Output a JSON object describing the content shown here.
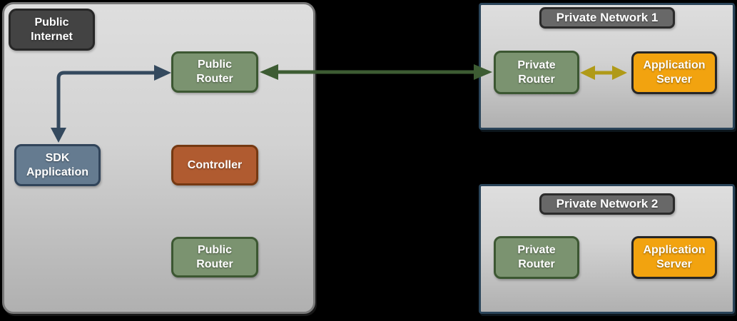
{
  "public_zone": {
    "label": "Public\nInternet",
    "public_router_top": "Public\nRouter",
    "sdk_application": "SDK\nApplication",
    "controller": "Controller",
    "public_router_bottom": "Public\nRouter"
  },
  "private_network_1": {
    "title": "Private Network 1",
    "private_router": "Private\nRouter",
    "application_server": "Application\nServer"
  },
  "private_network_2": {
    "title": "Private Network 2",
    "private_router": "Private\nRouter",
    "application_server": "Application\nServer"
  },
  "edges": [
    {
      "from": "SDK Application",
      "to": "Public Router (top)",
      "shape": "elbow",
      "direction": "both",
      "color": "#34495e"
    },
    {
      "from": "Public Router (top)",
      "to": "Private Router (Network 1)",
      "shape": "straight",
      "direction": "both",
      "color": "#3d5c33"
    },
    {
      "from": "Private Router (Network 1)",
      "to": "Application Server (Network 1)",
      "shape": "straight",
      "direction": "both",
      "color": "#b09a18"
    }
  ],
  "colors": {
    "background": "#000000",
    "zone_fill_top": "#dedede",
    "zone_fill_bottom": "#b0b0b0",
    "public_zone_border": "#787878",
    "private_zone_border": "#2a4459",
    "dark_label_fill": "#434343",
    "network_label_fill": "#686868",
    "router_fill": "#7b9370",
    "router_border": "#3c5732",
    "sdk_fill": "#657b90",
    "sdk_border": "#31445a",
    "controller_fill": "#b05b30",
    "controller_border": "#753912",
    "app_server_fill": "#f2a30f",
    "app_server_border": "#262626",
    "arrow_blue": "#34495e",
    "arrow_green": "#3d5c33",
    "arrow_yellow": "#b09a18",
    "text": "#ffffff"
  }
}
